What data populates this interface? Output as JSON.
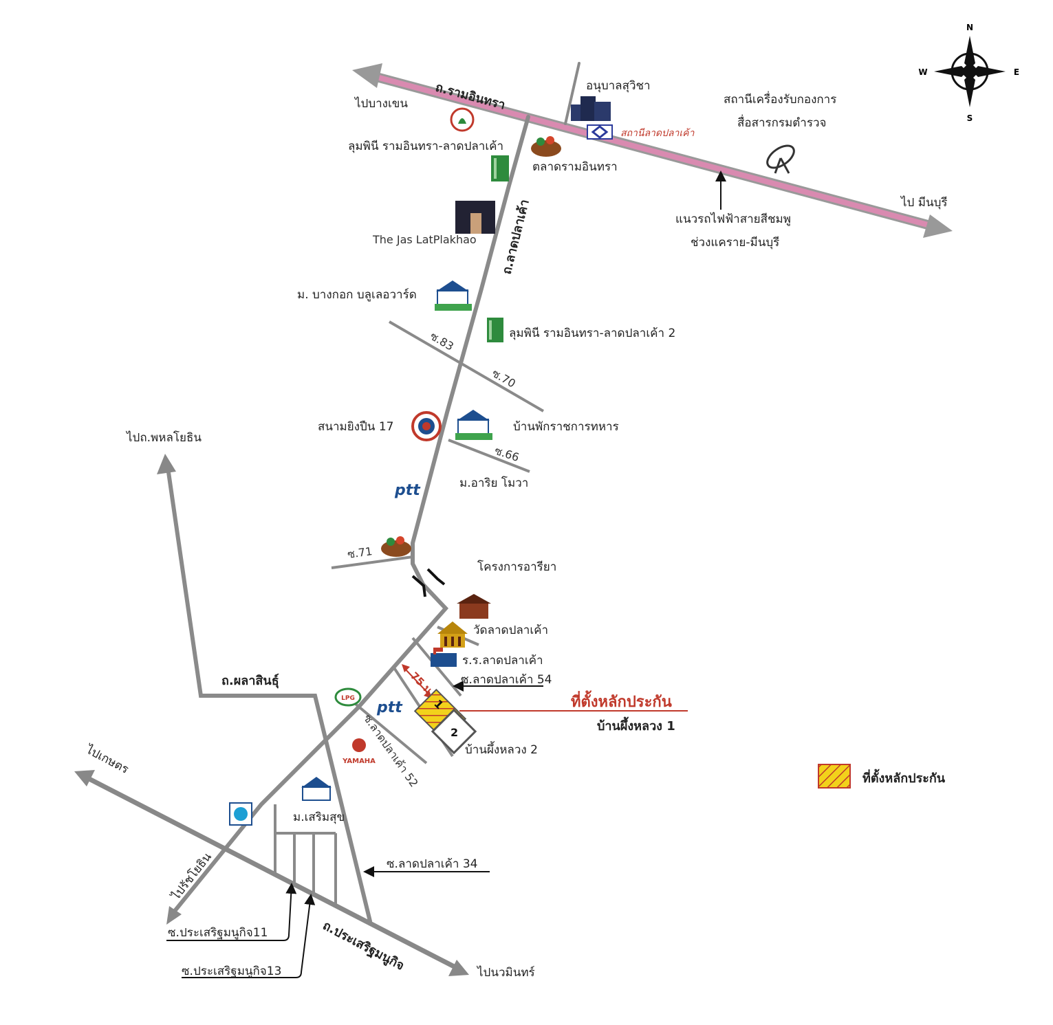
{
  "compass": {
    "n": "N",
    "s": "S",
    "e": "E",
    "w": "W"
  },
  "roads": {
    "ram_inthra": "ถ.รามอินทรา",
    "lat_pla_khao": "ถ.ลาดปลาเค้า",
    "phalasin": "ถ.ผลาสินธุ์",
    "prasert_manukit": "ถ.ประเสริฐมนูกิจ"
  },
  "directions": {
    "to_bang_khen": "ไปบางเขน",
    "to_min_buri": "ไป มีนบุรี",
    "to_phahonyothin": "ไปถ.พหลโยธิน",
    "to_kaset": "ไปเกษตร",
    "to_ratchayothin": "ไปรัชโยธิน",
    "to_nawamin": "ไปนวมินทร์"
  },
  "sois": {
    "s83": "ซ.83",
    "s70": "ซ.70",
    "s66": "ซ.66",
    "s71": "ซ.71",
    "s54": "ซ.ลาดปลาเค้า 54",
    "s52": "ซ.ลาดปลาเค้า 52",
    "s34": "ซ.ลาดปลาเค้า 34",
    "pm11": "ซ.ประเสริฐมนูกิจ11",
    "pm13": "ซ.ประเสริฐมนูกิจ13"
  },
  "landmarks": {
    "anuban_suwicha": "อนุบาลสุวิชา",
    "station": "สถานีลาดปลาเค้า",
    "police_station_1": "สถานีเครื่องรับกองการ",
    "police_station_2": "สื่อสารกรมตำรวจ",
    "lumpini_1": "ลุมพินี รามอินทรา-ลาดปลาเค้า",
    "market": "ตลาดรามอินทรา",
    "jas": "The Jas LatPlakhao",
    "pink_line_1": "แนวรถไฟฟ้าสายสีชมพู",
    "pink_line_2": "ช่วงแคราย-มีนบุรี",
    "blue_boulevard": "ม. บางกอก บลูเลอวาร์ด",
    "lumpini_2": "ลุมพินี รามอินทรา-ลาดปลาเค้า 2",
    "shooting_range": "สนามยิงปืน 17",
    "soldier_housing": "บ้านพักราชการทหาร",
    "ariya_mova": "ม.อาริย โมวา",
    "ariya_project": "โครงการอารียา",
    "wat": "วัดลาดปลาเค้า",
    "school": "ร.ร.ลาดปลาเค้า",
    "serm_suk": "ม.เสริมสุข",
    "house_1": "บ้านผึ้งหลวง 1",
    "house_2": "บ้านผึ้งหลวง 2",
    "ptt": "ptt",
    "lpg": "LPG",
    "yamaha": "YAMAHA"
  },
  "collateral": {
    "title": "ที่ตั้งหลักประกัน",
    "plot_1": "1",
    "plot_2": "2",
    "distance": "75 ม."
  },
  "legend": {
    "label": "ที่ตั้งหลักประกัน"
  },
  "colors": {
    "road": "#8a8a8a",
    "pink_line": "#d98ab0",
    "accent_red": "#c0392b",
    "plot_yellow": "#f2d21b"
  }
}
